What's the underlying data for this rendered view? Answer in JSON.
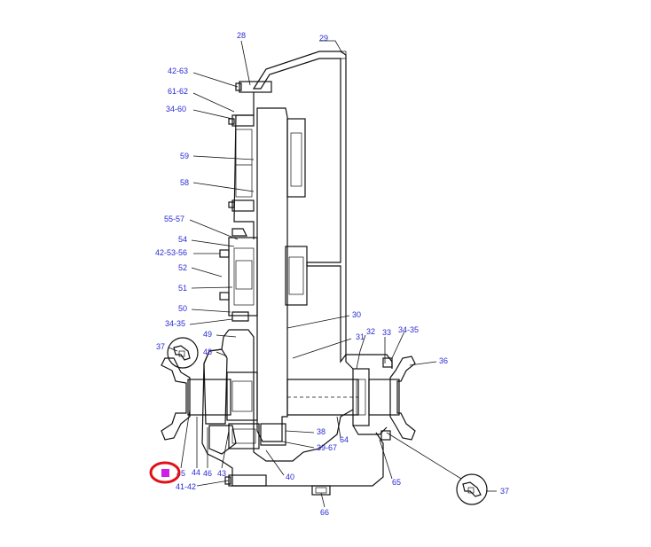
{
  "labels": [
    {
      "id": "28",
      "text": "28"
    },
    {
      "id": "29",
      "text": "29"
    },
    {
      "id": "42-63",
      "text": "42-63"
    },
    {
      "id": "61-62",
      "text": "61-62"
    },
    {
      "id": "34-60",
      "text": "34-60"
    },
    {
      "id": "59",
      "text": "59"
    },
    {
      "id": "58",
      "text": "58"
    },
    {
      "id": "55-57",
      "text": "55-57"
    },
    {
      "id": "54",
      "text": "54"
    },
    {
      "id": "42-53-56",
      "text": "42-53-56"
    },
    {
      "id": "52",
      "text": "52"
    },
    {
      "id": "51",
      "text": "51"
    },
    {
      "id": "50",
      "text": "50"
    },
    {
      "id": "34-35a",
      "text": "34-35"
    },
    {
      "id": "49",
      "text": "49"
    },
    {
      "id": "37a",
      "text": "37"
    },
    {
      "id": "48",
      "text": "48"
    },
    {
      "id": "30",
      "text": "30"
    },
    {
      "id": "31",
      "text": "31"
    },
    {
      "id": "32",
      "text": "32"
    },
    {
      "id": "33",
      "text": "33"
    },
    {
      "id": "34-35b",
      "text": "34-35"
    },
    {
      "id": "36",
      "text": "36"
    },
    {
      "id": "38",
      "text": "38"
    },
    {
      "id": "64",
      "text": "64"
    },
    {
      "id": "39-67",
      "text": "39-67"
    },
    {
      "id": "45",
      "text": "45"
    },
    {
      "id": "44",
      "text": "44"
    },
    {
      "id": "46",
      "text": "46"
    },
    {
      "id": "43",
      "text": "43"
    },
    {
      "id": "40",
      "text": "40"
    },
    {
      "id": "65",
      "text": "65"
    },
    {
      "id": "41-42",
      "text": "41-42"
    },
    {
      "id": "66",
      "text": "66"
    },
    {
      "id": "37b",
      "text": "37"
    }
  ],
  "colors": {
    "label_text": "#2a2ad4",
    "line": "#111111",
    "highlight_ring": "#e0101a",
    "highlight_marker": "#d020e8"
  }
}
